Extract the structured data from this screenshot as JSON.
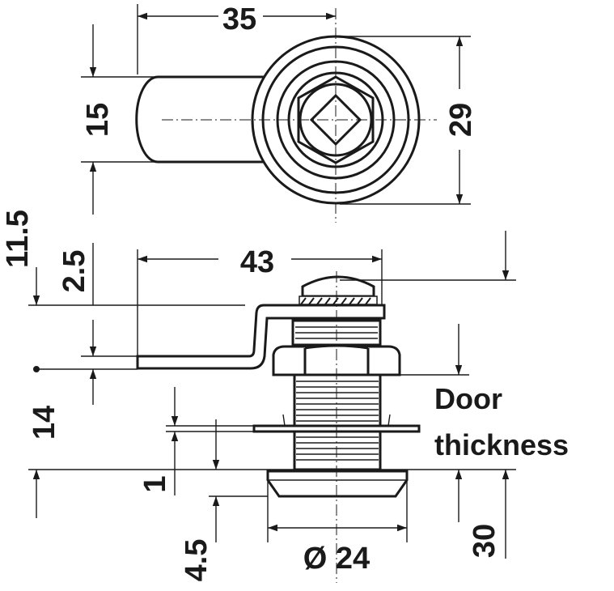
{
  "drawing": {
    "top_view": {
      "width_dim": "35",
      "cam_width_dim": "15",
      "body_dia_dim": "29"
    },
    "side_view": {
      "cam_length_dim": "43",
      "dim_11_5": "11.5",
      "dim_2_5": "2.5",
      "dim_14": "14",
      "dim_1": "1",
      "dim_4_5": "4.5",
      "flange_dia_dim": "Ø 24",
      "dim_30": "30",
      "door_label_line1": "Door",
      "door_label_line2": "thickness"
    }
  }
}
